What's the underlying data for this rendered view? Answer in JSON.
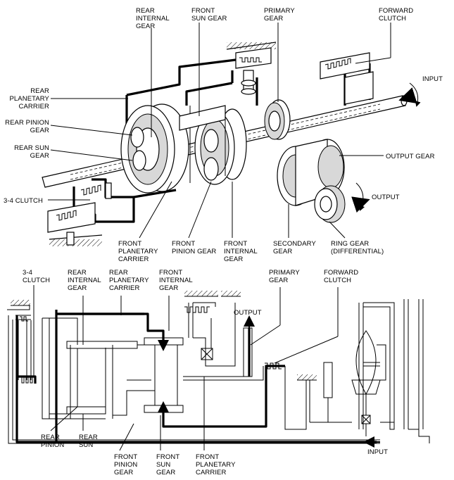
{
  "top_labels": {
    "rear_internal_gear": [
      "REAR",
      "INTERNAL",
      "GEAR"
    ],
    "front_sun_gear": [
      "FRONT",
      "SUN GEAR"
    ],
    "primary_gear": [
      "PRIMARY",
      "GEAR"
    ],
    "forward_clutch": [
      "FORWARD",
      "CLUTCH"
    ],
    "input": "INPUT",
    "rear_planetary_carrier": [
      "REAR",
      "PLANETARY",
      "CARRIER"
    ],
    "rear_pinion_gear": [
      "REAR PINION",
      "GEAR"
    ],
    "rear_sun_gear": [
      "REAR SUN",
      "GEAR"
    ],
    "output_gear": "OUTPUT GEAR",
    "clutch_34": "3-4 CLUTCH",
    "output": "OUTPUT",
    "front_planetary_carrier": [
      "FRONT",
      "PLANETARY",
      "CARRIER"
    ],
    "front_pinion_gear": "FRONT\nPINION GEAR",
    "front_internal_gear": [
      "FRONT",
      "INTERNAL",
      "GEAR"
    ],
    "secondary_gear": [
      "SECONDARY",
      "GEAR"
    ],
    "ring_gear": [
      "RING GEAR",
      "(DIFFERENTIAL)"
    ]
  },
  "bottom_labels": {
    "clutch_34": [
      "3-4",
      "CLUTCH"
    ],
    "rear_internal_gear": [
      "REAR",
      "INTERNAL",
      "GEAR"
    ],
    "rear_planetary_carrier": [
      "REAR",
      "PLANETARY",
      "CARRIER"
    ],
    "front_internal_gear": [
      "FRONT",
      "INTERNAL",
      "GEAR"
    ],
    "primary_gear": [
      "PRIMARY",
      "GEAR"
    ],
    "forward_clutch": [
      "FORWARD",
      "CLUTCH"
    ],
    "output": "OUTPUT",
    "input": "INPUT",
    "rear_pinion": [
      "REAR",
      "PINION"
    ],
    "rear_sun": [
      "REAR",
      "SUN"
    ],
    "front_pinion_gear": [
      "FRONT",
      "PINION",
      "GEAR"
    ],
    "front_sun_gear": [
      "FRONT",
      "SUN",
      "GEAR"
    ],
    "front_planetary_carrier": [
      "FRONT",
      "PLANETARY",
      "CARRIER"
    ]
  }
}
